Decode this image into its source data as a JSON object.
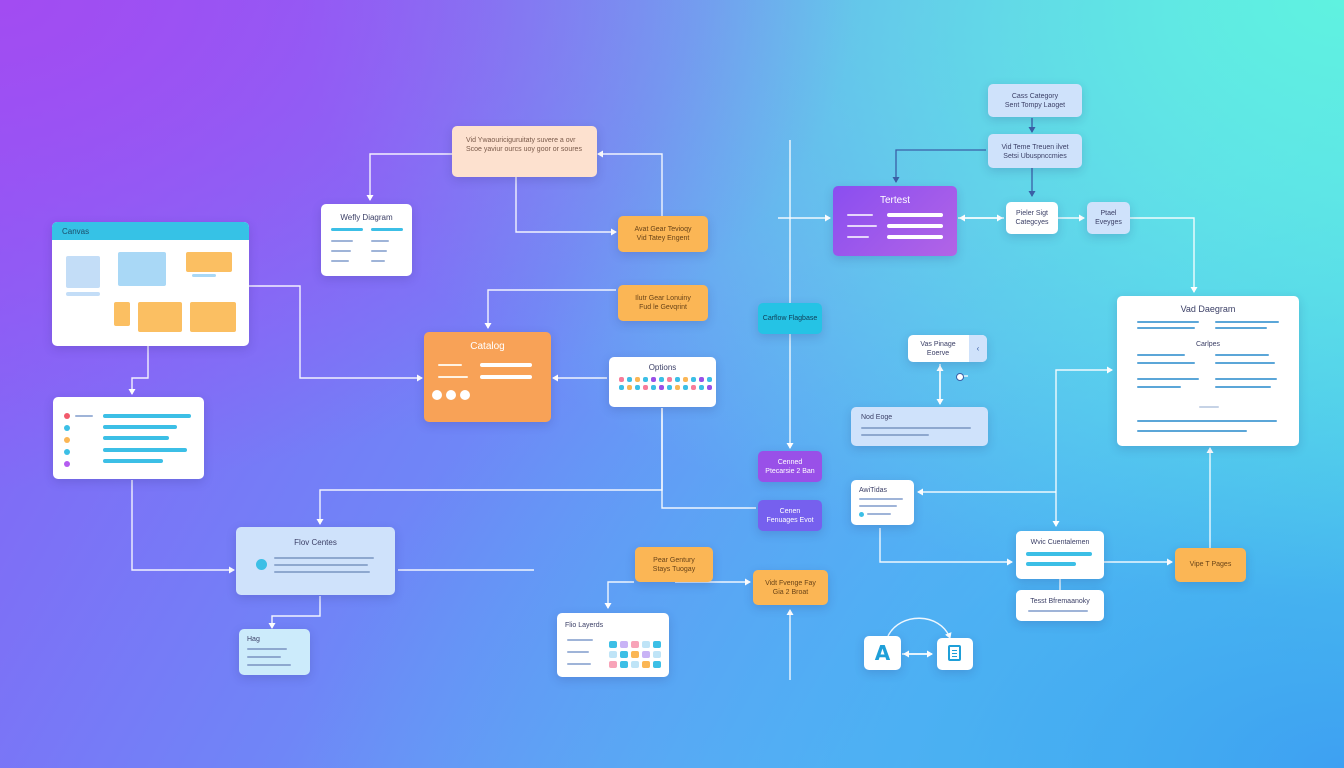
{
  "nodes": {
    "peach_top": "Vid Ywaouriciguruitaty suvere a ovr Scoe yaviur ourcs uoy goor or soures",
    "wefly": "Wefly Diagram",
    "canvas": "Canvas",
    "catalog": "Catalog",
    "avat_gear": "Avat Gear Tevioqy",
    "avat_gear_sub": "Vid Tatey Engent",
    "ilutr_gear": "Ilutr Gear Lonuiny",
    "ilutr_gear_sub": "Fud le Gevqrint",
    "options": "Options",
    "flov_centes": "Flov Centes",
    "hag": "Hag",
    "carflow": "Carflow Flagbase",
    "cenned": "Cenned",
    "cenned_sub": "Ptecarsie 2 Ban",
    "pear_gentury": "Pear Gentury",
    "pear_gentury_sub": "Stays Tuogay",
    "vid_fvenge": "Vidt Fvenge Fay",
    "vid_fvenge_sub": "Gia 2 Broat",
    "flio_layerds": "Flio Layerds",
    "cenen": "Cenen",
    "cenen_sub": "Fenuages Evot",
    "tertest": "Tertest",
    "class_category": "Cass Category",
    "class_category_sub": "Sent Tompy Laoget",
    "vid_tenre": "Vid Teme Treuen ilvet",
    "vid_tenre_sub": "Setsi Ubuspnccmies",
    "pieler_sigt": "Pieler Sigt",
    "pieler_sigt_sub": "Categcyes",
    "ptael": "Ptael",
    "ptael_sub": "Eveyges",
    "vid_diagram": "Vad Daegram",
    "vid_diagram_section": "Carlpes",
    "vas_pinage": "Vas Pinage",
    "vas_pinage_sub": "Eoerve",
    "nodeoge": "Nod Eoge",
    "avatidas": "AwiTidas",
    "vit_cuentalemen": "Wvic Cuentalemen",
    "tesst_bfremaanoky": "Tesst Bfremaanoky",
    "vipe_pages": "Vipe T Pages",
    "icon_a": "A"
  },
  "colors": {
    "orange": "#fbb655",
    "cyan": "#25c3e5",
    "purple": "#9950e8",
    "wire": "#ffffff"
  }
}
